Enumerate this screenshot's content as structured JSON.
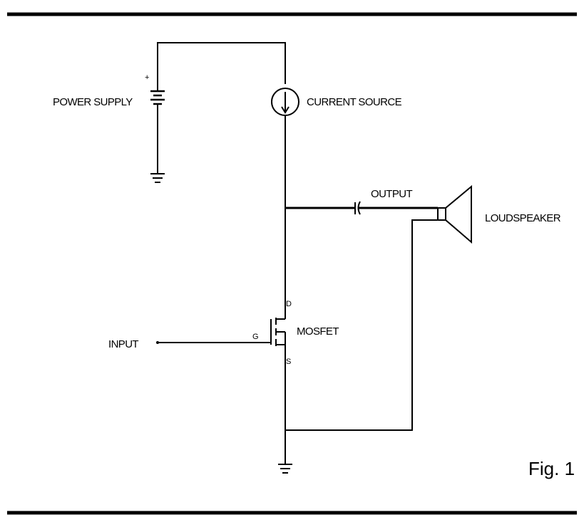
{
  "labels": {
    "power_supply": "POWER SUPPLY",
    "plus": "+",
    "current_source": "CURRENT SOURCE",
    "output": "OUTPUT",
    "loudspeaker": "LOUDSPEAKER",
    "mosfet": "MOSFET",
    "drain": "D",
    "gate": "G",
    "source": "S",
    "input": "INPUT"
  },
  "caption": "Fig. 1"
}
